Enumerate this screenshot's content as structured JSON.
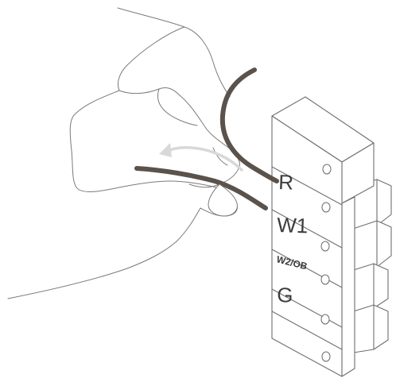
{
  "diagram": {
    "terminals": [
      {
        "label": "R"
      },
      {
        "label": "W1"
      },
      {
        "label": "W2/OB"
      },
      {
        "label": "G"
      }
    ],
    "icons": {
      "direction_arrow": "curved-arrow-left",
      "hand": "hand-pulling-wire"
    },
    "colors": {
      "wire": "#5a524b",
      "arrow": "#d8d8d8",
      "outline": "#6e6e6e"
    }
  }
}
